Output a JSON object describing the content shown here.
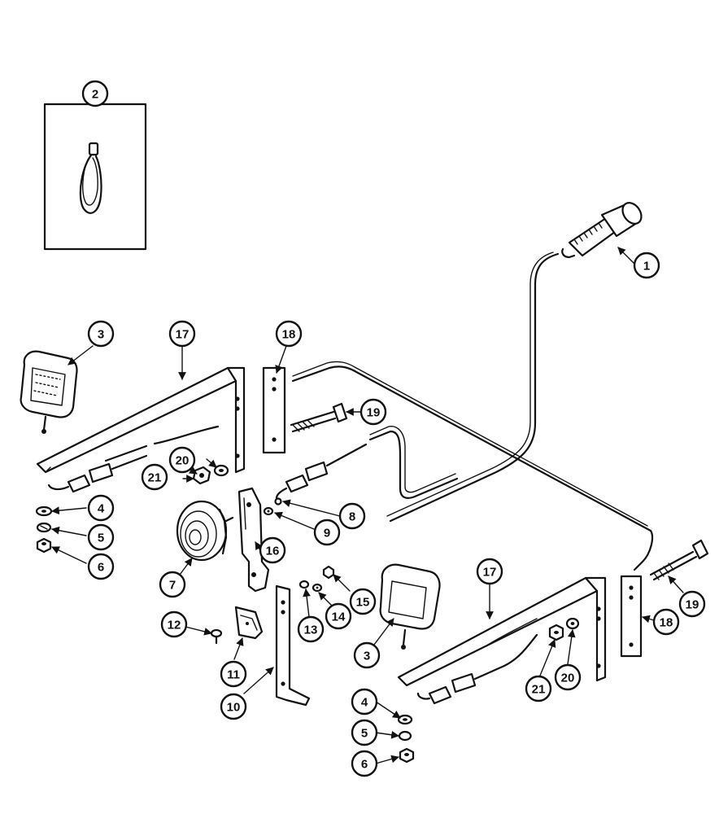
{
  "callouts": {
    "c1": "1",
    "c2": "2",
    "c3a": "3",
    "c3b": "3",
    "c4a": "4",
    "c4b": "4",
    "c5a": "5",
    "c5b": "5",
    "c6a": "6",
    "c6b": "6",
    "c7": "7",
    "c8": "8",
    "c9": "9",
    "c10": "10",
    "c11": "11",
    "c12": "12",
    "c13": "13",
    "c14": "14",
    "c15": "15",
    "c16": "16",
    "c17a": "17",
    "c17b": "17",
    "c18a": "18",
    "c18b": "18",
    "c19a": "19",
    "c19b": "19",
    "c20a": "20",
    "c20b": "20",
    "c21a": "21",
    "c21b": "21"
  },
  "colors": {
    "ink": "#111111",
    "paper": "#ffffff"
  }
}
